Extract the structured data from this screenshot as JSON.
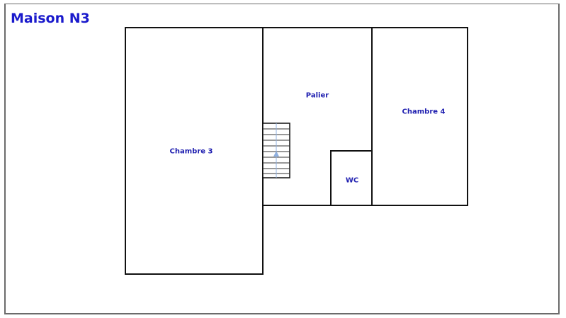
{
  "title": "Maison N3",
  "rooms": [
    {
      "id": "chambre3",
      "label": "Chambre 3"
    },
    {
      "id": "palier",
      "label": "Palier"
    },
    {
      "id": "chambre4",
      "label": "Chambre 4"
    },
    {
      "id": "wc",
      "label": "WC"
    }
  ],
  "colors": {
    "title": "#1a1acc",
    "room_label": "#1f1fb0",
    "wall": "#111111",
    "stair_arrow": "#8fb0e0"
  }
}
